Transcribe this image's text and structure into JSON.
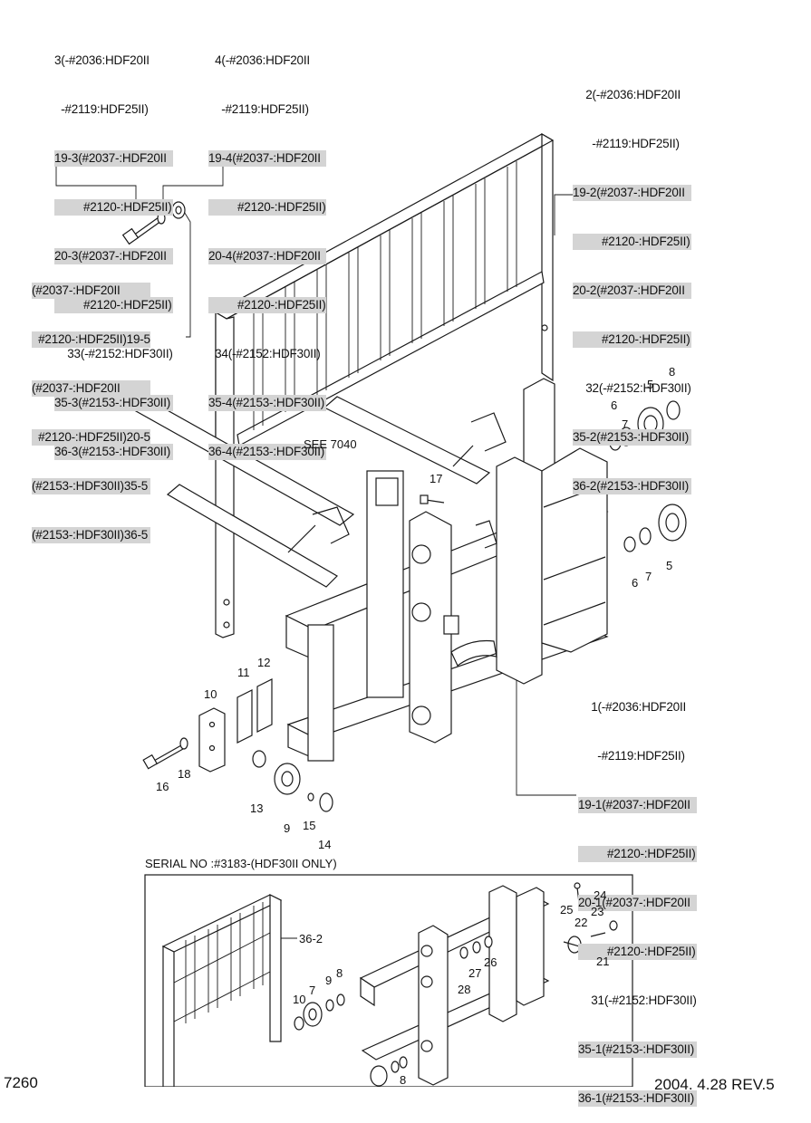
{
  "diagram": {
    "callouts": [
      {
        "id": "c3",
        "lines": [
          {
            "t": "3(-#2036:HDF20II",
            "hl": false
          },
          {
            "t": "  -#2119:HDF25II)",
            "hl": false
          },
          {
            "t": "19-3(#2037-:HDF20II",
            "hl": true
          },
          {
            "t": "         #2120-:HDF25II)",
            "hl": true
          },
          {
            "t": "20-3(#2037-:HDF20II",
            "hl": true
          },
          {
            "t": "         #2120-:HDF25II)",
            "hl": true
          },
          {
            "t": "    33(-#2152:HDF30II)",
            "hl": false
          },
          {
            "t": "35-3(#2153-:HDF30II)",
            "hl": true
          },
          {
            "t": "36-3(#2153-:HDF30II)",
            "hl": true
          }
        ]
      },
      {
        "id": "c4",
        "lines": [
          {
            "t": "  4(-#2036:HDF20II",
            "hl": false
          },
          {
            "t": "    -#2119:HDF25II)",
            "hl": false
          },
          {
            "t": "19-4(#2037-:HDF20II",
            "hl": true
          },
          {
            "t": "         #2120-:HDF25II)",
            "hl": true
          },
          {
            "t": "20-4(#2037-:HDF20II",
            "hl": true
          },
          {
            "t": "         #2120-:HDF25II)",
            "hl": true
          },
          {
            "t": "  34(-#2152:HDF30II)",
            "hl": false
          },
          {
            "t": "35-4(#2153-:HDF30II)",
            "hl": true
          },
          {
            "t": "36-4(#2153-:HDF30II)",
            "hl": true
          }
        ]
      },
      {
        "id": "c2",
        "lines": [
          {
            "t": "    2(-#2036:HDF20II",
            "hl": false
          },
          {
            "t": "      -#2119:HDF25II)",
            "hl": false
          },
          {
            "t": "19-2(#2037-:HDF20II",
            "hl": true
          },
          {
            "t": "         #2120-:HDF25II)",
            "hl": true
          },
          {
            "t": "20-2(#2037-:HDF20II",
            "hl": true
          },
          {
            "t": "         #2120-:HDF25II)",
            "hl": true
          },
          {
            "t": "    32(-#2152:HDF30II)",
            "hl": false
          },
          {
            "t": "35-2(#2153-:HDF30II)",
            "hl": true
          },
          {
            "t": "36-2(#2153-:HDF30II)",
            "hl": true
          }
        ]
      },
      {
        "id": "c5",
        "lines": [
          {
            "t": "(#2037-:HDF20II",
            "hl": true
          },
          {
            "t": "  #2120-:HDF25II)19-5",
            "hl": true
          },
          {
            "t": "(#2037-:HDF20II",
            "hl": true
          },
          {
            "t": "  #2120-:HDF25II)20-5",
            "hl": true
          },
          {
            "t": "(#2153-:HDF30II)35-5",
            "hl": true
          },
          {
            "t": "(#2153-:HDF30II)36-5",
            "hl": true
          }
        ]
      },
      {
        "id": "c1",
        "lines": [
          {
            "t": "    1(-#2036:HDF20II",
            "hl": false
          },
          {
            "t": "      -#2119:HDF25II)",
            "hl": false
          },
          {
            "t": "19-1(#2037-:HDF20II",
            "hl": true
          },
          {
            "t": "         #2120-:HDF25II)",
            "hl": true
          },
          {
            "t": "20-1(#2037-:HDF20II",
            "hl": true
          },
          {
            "t": "         #2120-:HDF25II)",
            "hl": true
          },
          {
            "t": "    31(-#2152:HDF30II)",
            "hl": false
          },
          {
            "t": "35-1(#2153-:HDF30II)",
            "hl": true
          },
          {
            "t": "36-1(#2153-:HDF30II)",
            "hl": true
          }
        ]
      }
    ],
    "part_numbers": [
      "8",
      "5",
      "6",
      "7",
      "17",
      "6",
      "7",
      "5",
      "11",
      "12",
      "10",
      "18",
      "16",
      "13",
      "9",
      "15",
      "14",
      "36-2",
      "24",
      "25",
      "23",
      "22",
      "21",
      "9",
      "8",
      "10",
      "7",
      "27",
      "26",
      "28",
      "8"
    ],
    "see_note": "SEE 7040",
    "serial_note": "SERIAL NO :#3183-(HDF30II ONLY)",
    "page_code_fragment": "7260",
    "footer_fragment": "2004. 4.28 REV.5"
  }
}
